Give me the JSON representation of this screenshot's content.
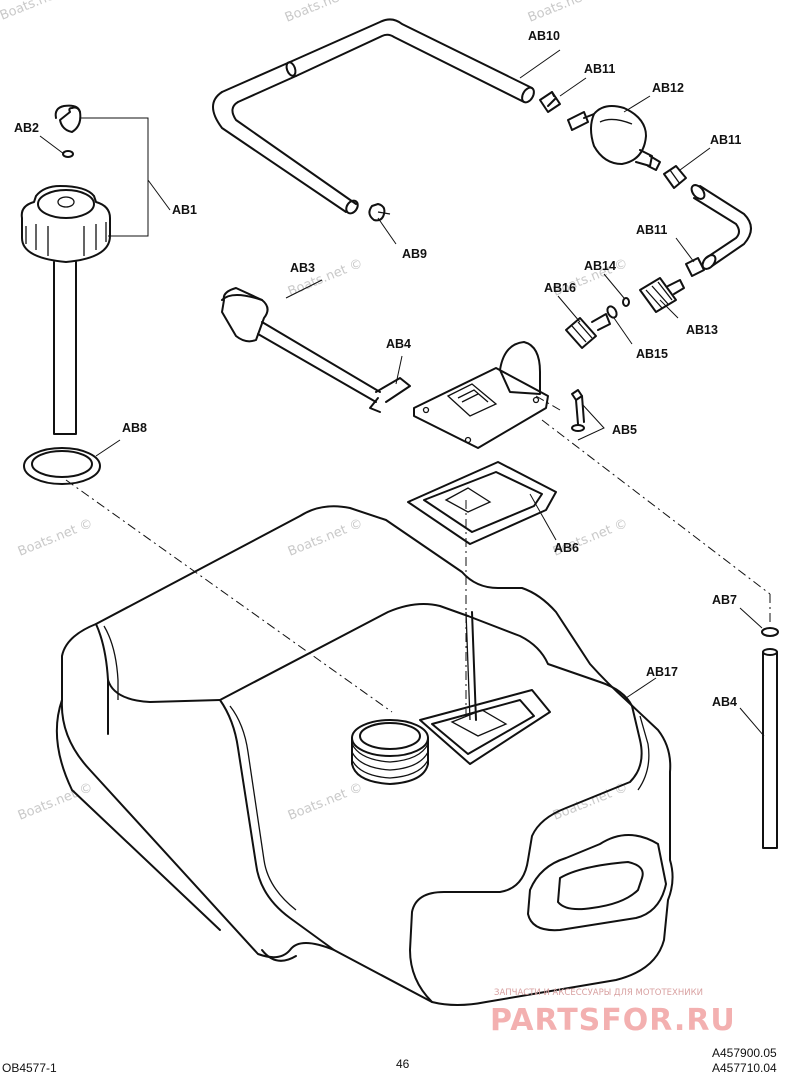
{
  "diagram": {
    "callouts": {
      "ab1": "AB1",
      "ab2": "AB2",
      "ab3": "AB3",
      "ab4_upper": "AB4",
      "ab4_lower": "AB4",
      "ab5": "AB5",
      "ab6": "AB6",
      "ab7": "AB7",
      "ab8": "AB8",
      "ab9": "AB9",
      "ab10": "AB10",
      "ab11_a": "AB11",
      "ab11_b": "AB11",
      "ab11_c": "AB11",
      "ab12": "AB12",
      "ab13": "AB13",
      "ab14": "AB14",
      "ab15": "AB15",
      "ab16": "AB16",
      "ab17": "AB17"
    },
    "watermark_text": "Boats.net ©",
    "watermark_partial": "Boats.ne"
  },
  "footer": {
    "left_code": "OB4577-1",
    "page_number": "46",
    "right_code_1": "A457900.05",
    "right_code_2": "A457710.04"
  },
  "brand": {
    "tagline": "ЗАПЧАСТИ И АКСЕССУАРЫ ДЛЯ МОТОТЕХНИКИ",
    "logo": "PARTSFOR.RU"
  },
  "colors": {
    "line": "#111111",
    "watermark": "#c9c9c9",
    "brand": "#f3b0b0"
  }
}
